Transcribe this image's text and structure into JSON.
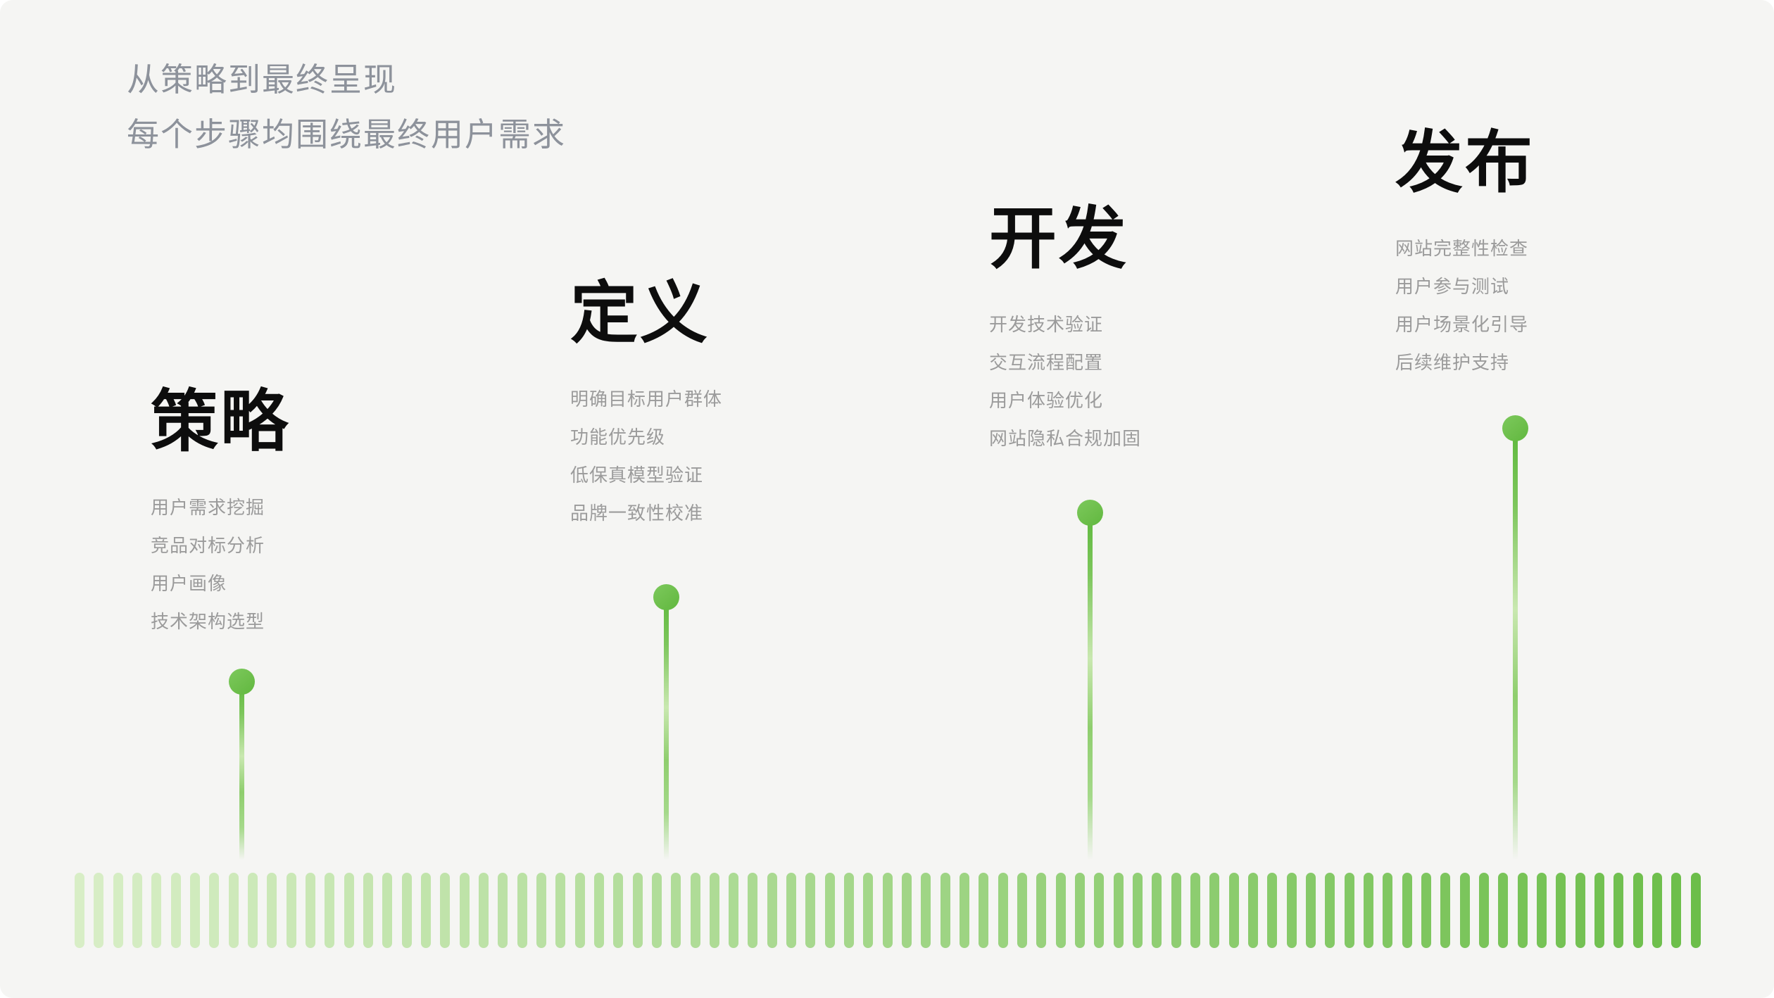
{
  "slide": {
    "subtitle_line1": "从策略到最终呈现",
    "subtitle_line2": "每个步骤均围绕最终用户需求"
  },
  "stages": [
    {
      "title": "策略",
      "items": [
        "用户需求挖掘",
        "竞品对标分析",
        "用户画像",
        "技术架构选型"
      ]
    },
    {
      "title": "定义",
      "items": [
        "明确目标用户群体",
        "功能优先级",
        "低保真模型验证",
        "品牌一致性校准"
      ]
    },
    {
      "title": "开发",
      "items": [
        "开发技术验证",
        "交互流程配置",
        "用户体验优化",
        "网站隐私合规加固"
      ]
    },
    {
      "title": "发布",
      "items": [
        "网站完整性检查",
        "用户参与测试",
        "用户场景化引导",
        "后续维护支持"
      ]
    }
  ],
  "colors": {
    "accent_green": "#6ebf4c",
    "subtitle_gray": "#8d929b",
    "item_gray": "#9b9b9b",
    "title_black": "#0d0d0d",
    "canvas_bg": "#f5f5f3"
  },
  "timeline_bar": {
    "stripe_count": 85,
    "color_start": "#d8eec6",
    "color_end": "#6cbe4a"
  }
}
